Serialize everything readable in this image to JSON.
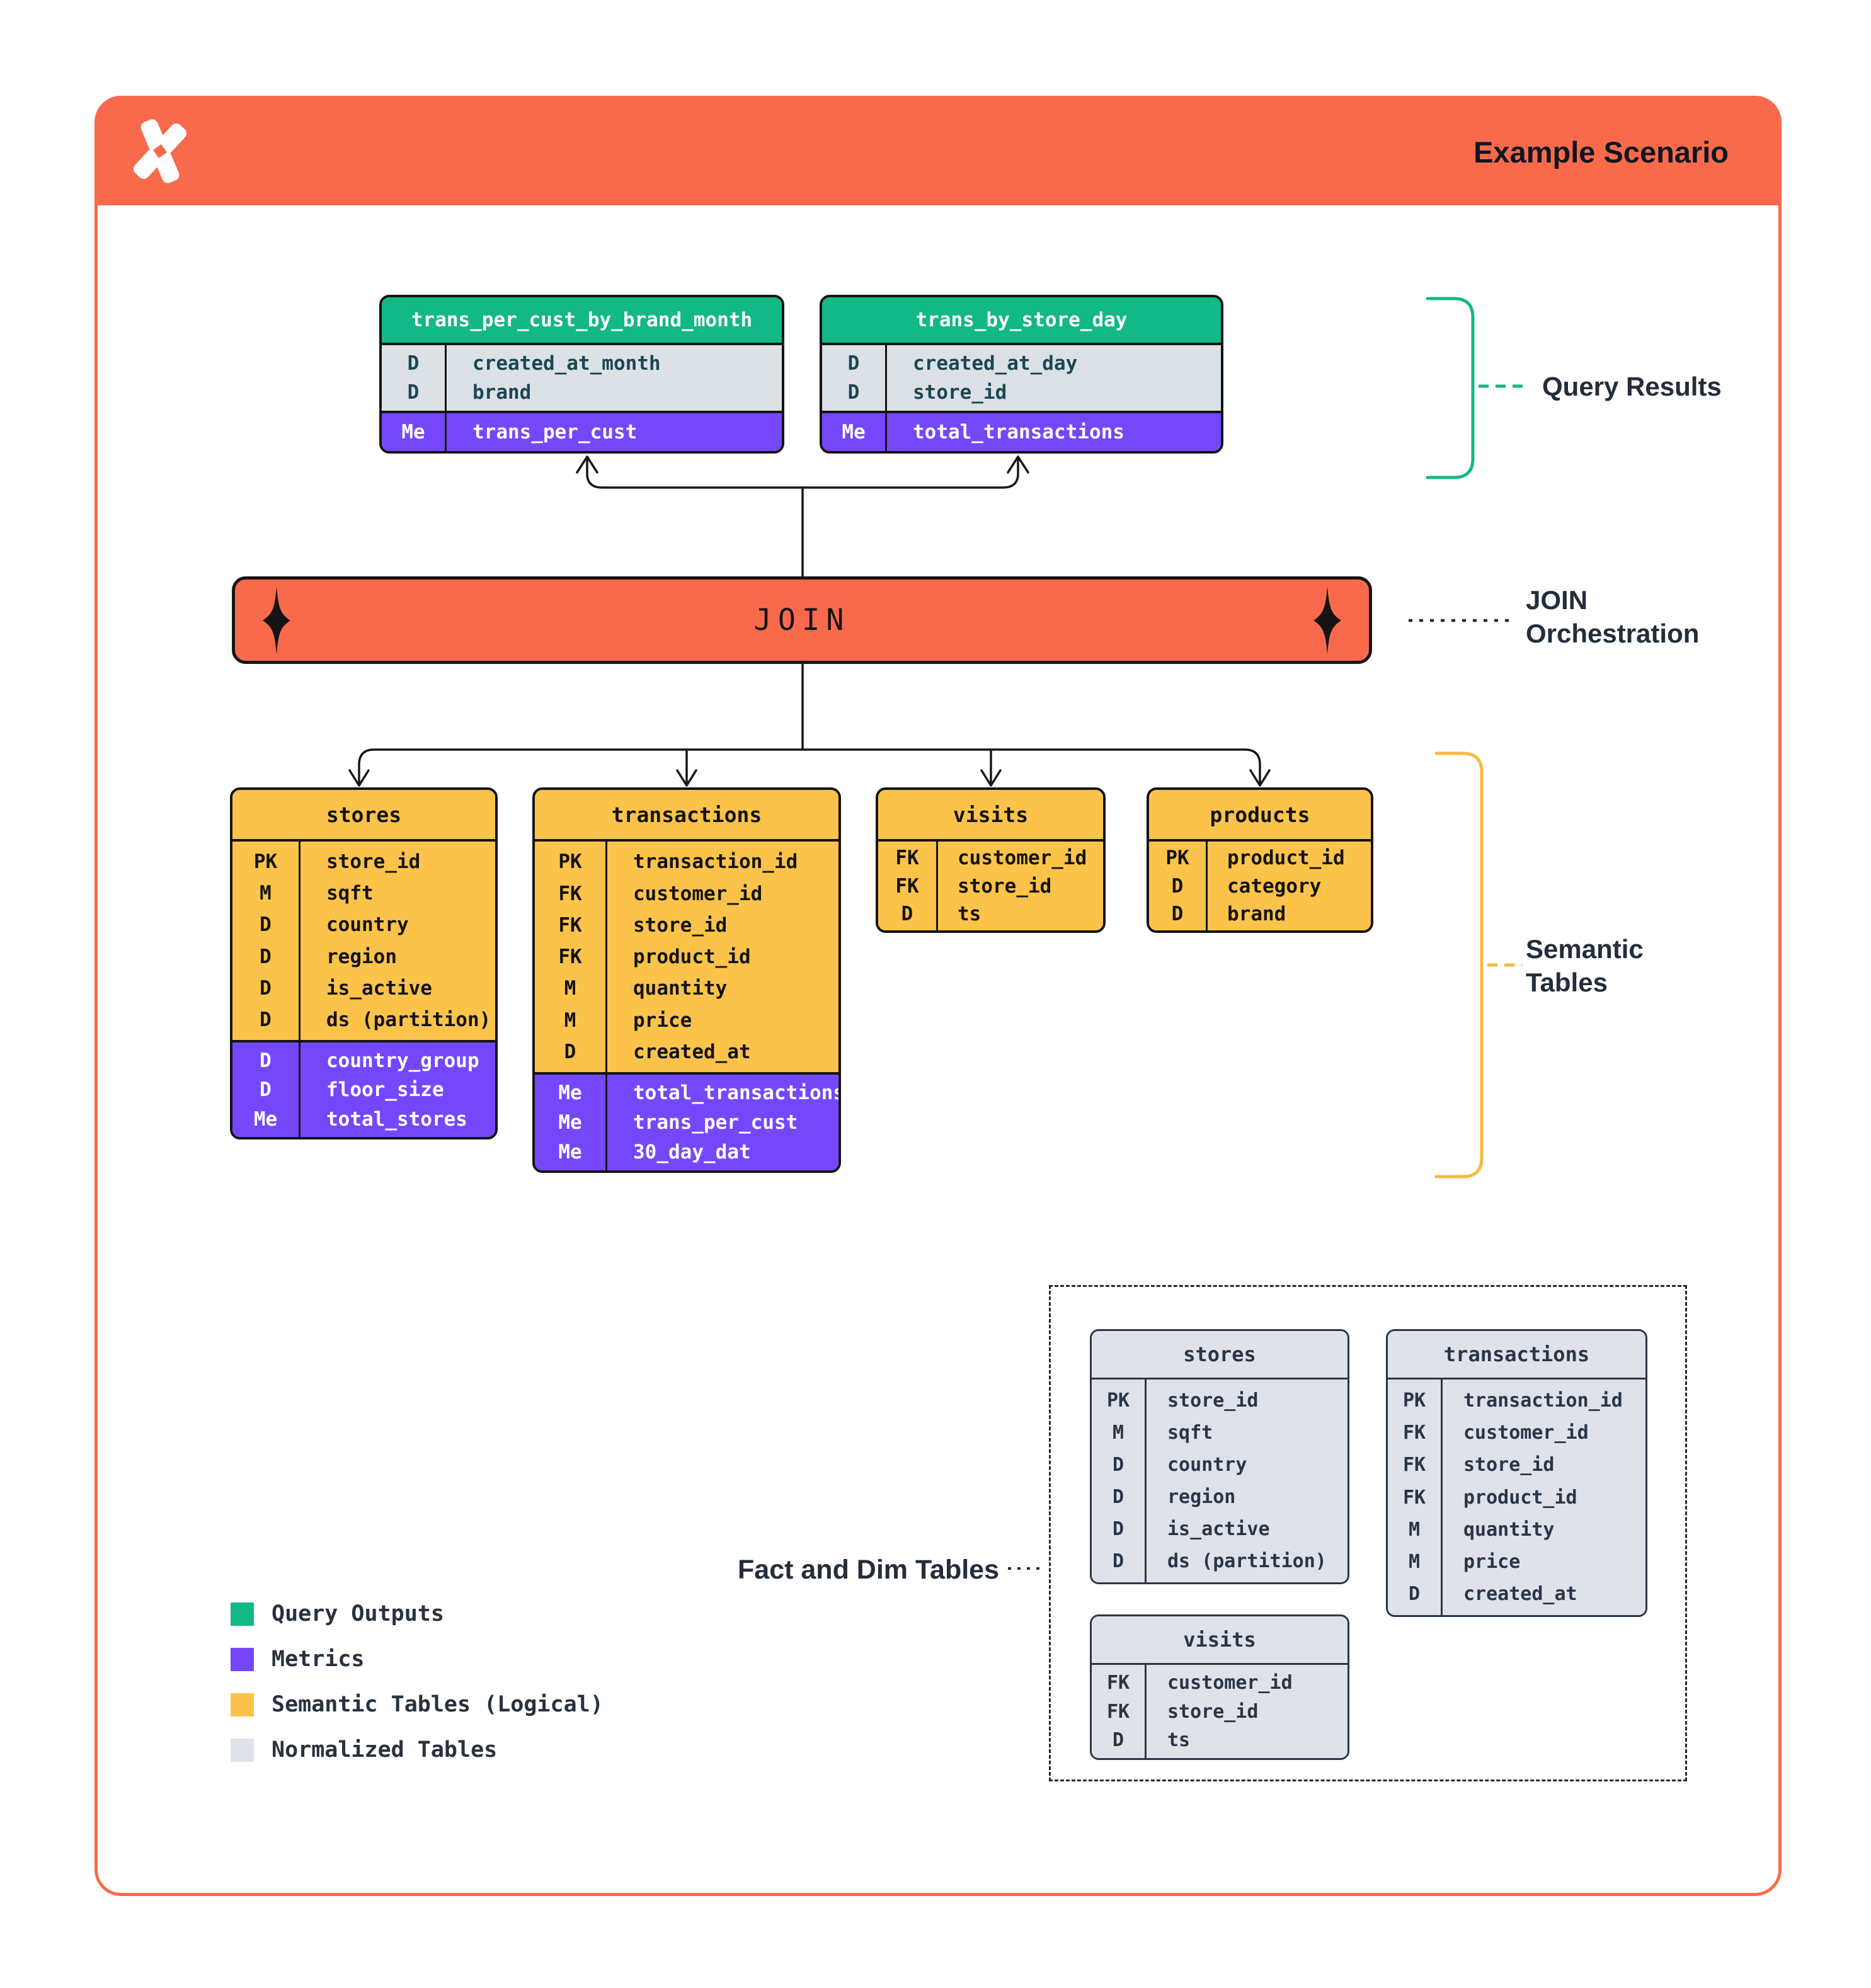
{
  "header": {
    "title": "Example Scenario",
    "logo": "x-spark-mark"
  },
  "annotations": {
    "query_results": "Query Results",
    "join_orchestration": "JOIN\nOrchestration",
    "semantic_tables": "Semantic\nTables",
    "fact_dim": "Fact and Dim Tables"
  },
  "join": {
    "label": "JOIN"
  },
  "query_result_tables": [
    {
      "name": "trans_per_cust_by_brand_month",
      "rows": [
        {
          "k": "D",
          "v": "created_at_month"
        },
        {
          "k": "D",
          "v": "brand"
        }
      ],
      "metric_rows": [
        {
          "k": "Me",
          "v": "trans_per_cust"
        }
      ]
    },
    {
      "name": "trans_by_store_day",
      "rows": [
        {
          "k": "D",
          "v": "created_at_day"
        },
        {
          "k": "D",
          "v": "store_id"
        }
      ],
      "metric_rows": [
        {
          "k": "Me",
          "v": "total_transactions"
        }
      ]
    }
  ],
  "semantic_tables": [
    {
      "name": "stores",
      "rows": [
        {
          "k": "PK",
          "v": "store_id"
        },
        {
          "k": "M",
          "v": "sqft"
        },
        {
          "k": "D",
          "v": "country"
        },
        {
          "k": "D",
          "v": "region"
        },
        {
          "k": "D",
          "v": "is_active"
        },
        {
          "k": "D",
          "v": "ds (partition)"
        }
      ],
      "metric_rows": [
        {
          "k": "D",
          "v": "country_group"
        },
        {
          "k": "D",
          "v": "floor_size"
        },
        {
          "k": "Me",
          "v": "total_stores"
        }
      ]
    },
    {
      "name": "transactions",
      "rows": [
        {
          "k": "PK",
          "v": "transaction_id"
        },
        {
          "k": "FK",
          "v": "customer_id"
        },
        {
          "k": "FK",
          "v": "store_id"
        },
        {
          "k": "FK",
          "v": "product_id"
        },
        {
          "k": "M",
          "v": "quantity"
        },
        {
          "k": "M",
          "v": "price"
        },
        {
          "k": "D",
          "v": "created_at"
        }
      ],
      "metric_rows": [
        {
          "k": "Me",
          "v": "total_transactions"
        },
        {
          "k": "Me",
          "v": "trans_per_cust"
        },
        {
          "k": "Me",
          "v": "30_day_dat"
        }
      ]
    },
    {
      "name": "visits",
      "rows": [
        {
          "k": "FK",
          "v": "customer_id"
        },
        {
          "k": "FK",
          "v": "store_id"
        },
        {
          "k": "D",
          "v": "ts"
        }
      ],
      "metric_rows": []
    },
    {
      "name": "products",
      "rows": [
        {
          "k": "PK",
          "v": "product_id"
        },
        {
          "k": "D",
          "v": "category"
        },
        {
          "k": "D",
          "v": "brand"
        }
      ],
      "metric_rows": []
    }
  ],
  "normalized_tables": [
    {
      "name": "stores",
      "rows": [
        {
          "k": "PK",
          "v": "store_id"
        },
        {
          "k": "M",
          "v": "sqft"
        },
        {
          "k": "D",
          "v": "country"
        },
        {
          "k": "D",
          "v": "region"
        },
        {
          "k": "D",
          "v": "is_active"
        },
        {
          "k": "D",
          "v": "ds (partition)"
        }
      ]
    },
    {
      "name": "transactions",
      "rows": [
        {
          "k": "PK",
          "v": "transaction_id"
        },
        {
          "k": "FK",
          "v": "customer_id"
        },
        {
          "k": "FK",
          "v": "store_id"
        },
        {
          "k": "FK",
          "v": "product_id"
        },
        {
          "k": "M",
          "v": "quantity"
        },
        {
          "k": "M",
          "v": "price"
        },
        {
          "k": "D",
          "v": "created_at"
        }
      ]
    },
    {
      "name": "visits",
      "rows": [
        {
          "k": "FK",
          "v": "customer_id"
        },
        {
          "k": "FK",
          "v": "store_id"
        },
        {
          "k": "D",
          "v": "ts"
        }
      ]
    }
  ],
  "legend": {
    "items": [
      {
        "label": "Query Outputs",
        "color": "#12B886"
      },
      {
        "label": "Metrics",
        "color": "#7448FA"
      },
      {
        "label": "Semantic Tables (Logical)",
        "color": "#FCC34B"
      },
      {
        "label": "Normalized Tables",
        "color": "#DFE3E9"
      }
    ]
  },
  "colors": {
    "brand_orange": "#F96A4C",
    "query_output_green": "#12B886",
    "metric_purple": "#7448FA",
    "semantic_yellow": "#FCC34B",
    "normalized_gray": "#DFE3E9",
    "ink_navy": "#2A3647"
  }
}
